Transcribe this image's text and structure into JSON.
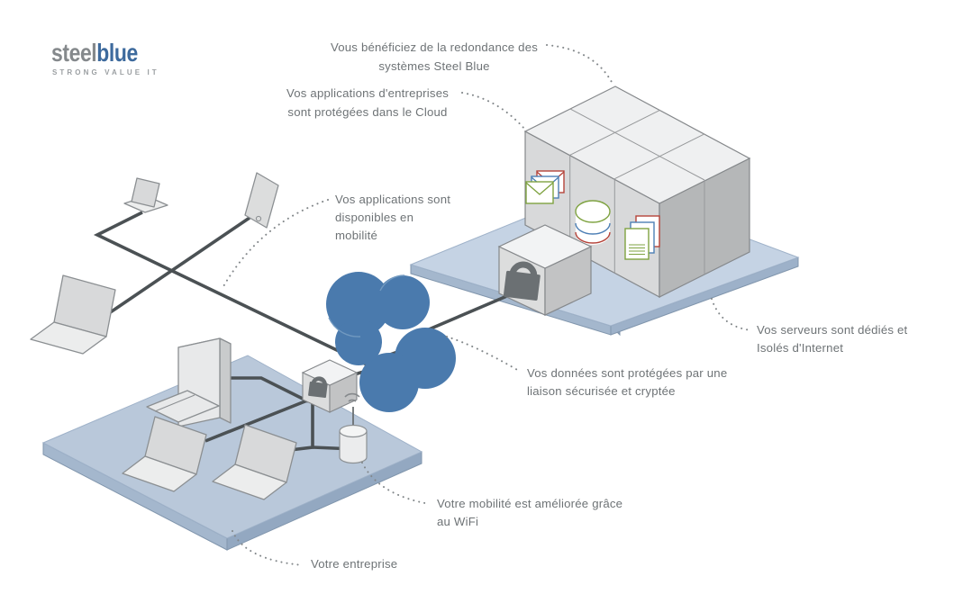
{
  "logo": {
    "word_gray": "steel",
    "word_blue": "blue",
    "tagline": "STRONG VALUE IT"
  },
  "annotations": {
    "redundancy": [
      "Vous bénéficiez de la redondance des",
      "systèmes Steel Blue"
    ],
    "cloud_apps": [
      "Vos applications d'entreprises",
      "sont protégées dans le Cloud"
    ],
    "mobile_apps": [
      "Vos applications sont",
      "disponibles en",
      "mobilité"
    ],
    "servers": [
      "Vos serveurs sont dédiés et",
      "Isolés d'Internet"
    ],
    "secure_link": [
      "Vos données sont protégées par une",
      "liaison sécurisée et cryptée"
    ],
    "wifi": [
      "Votre mobilité est améliorée grâce",
      "au WiFi"
    ],
    "enterprise": [
      "Votre entreprise"
    ]
  },
  "colors": {
    "brand_gray": "#85898c",
    "brand_blue": "#3d6a9d",
    "tagline_gray": "#9b9fa2",
    "annotation_text": "#6e7376",
    "cloud_blue": "#4a7aad",
    "platform_top": "#c5d3e4",
    "platform_side": "#9db1c9",
    "enterprise_platform_top": "#b9c8da",
    "block_top": "#eff0f1",
    "block_left": "#d8d9da",
    "block_right": "#b5b7b8",
    "cable_dark": "#4b5154",
    "icon_green": "#7fa341",
    "icon_blue": "#4d7fb5",
    "icon_red": "#b5443a",
    "padlock_gray": "#6b7073"
  }
}
